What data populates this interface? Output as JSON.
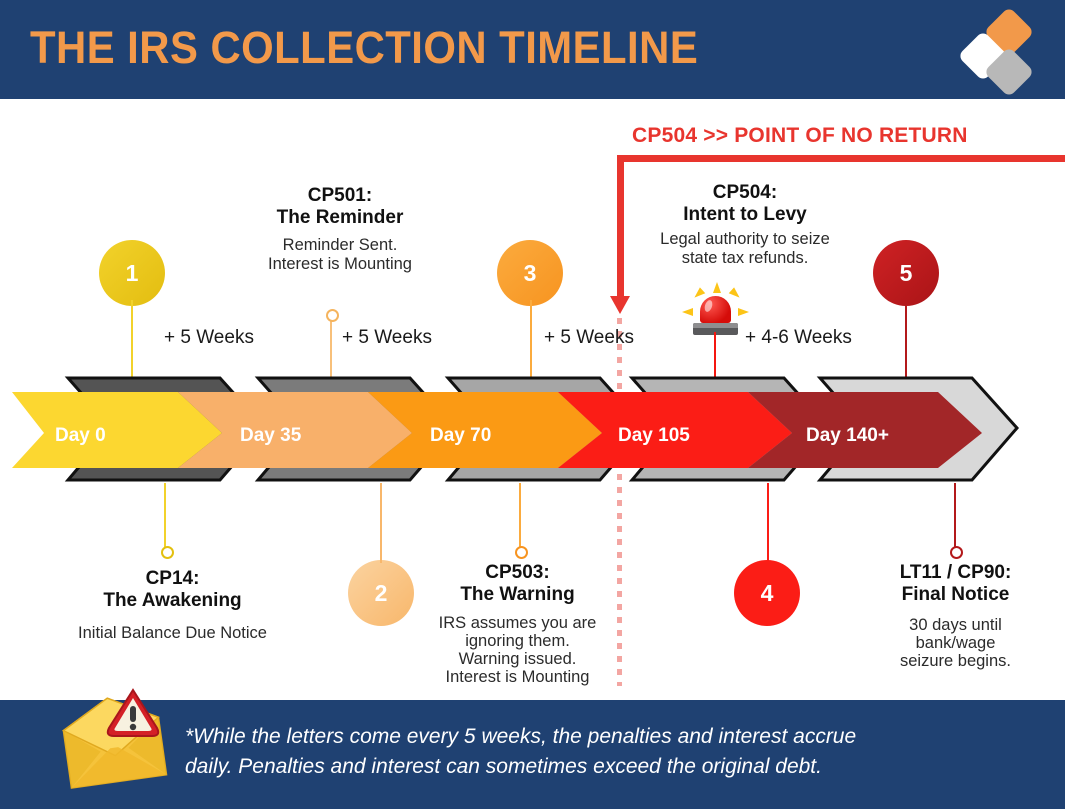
{
  "header": {
    "title": "THE IRS COLLECTION TIMELINE",
    "logo_colors": {
      "orange": "#f2994a",
      "white": "#ffffff",
      "gray": "#b8b8b8"
    },
    "background": "#1f4172"
  },
  "banner": {
    "text": "CP504 >> POINT OF NO RETURN",
    "color": "#e8352e"
  },
  "timeline": {
    "segments": [
      {
        "label": "Day 0",
        "color": "#fcd730",
        "shadow": "#545454"
      },
      {
        "label": "Day 35",
        "color": "#f8b06a",
        "shadow": "#7b7b7b"
      },
      {
        "label": "Day 70",
        "color": "#fb9a14",
        "shadow": "#a6a6a6"
      },
      {
        "label": "Day 105",
        "color": "#fb1d16",
        "shadow": "#b5b5b5"
      },
      {
        "label": "Day 140+",
        "color": "#a22628",
        "shadow": "#d8d8d8"
      }
    ],
    "gaps": [
      {
        "label": "+ 5 Weeks"
      },
      {
        "label": "+ 5 Weeks"
      },
      {
        "label": "+ 5 Weeks"
      },
      {
        "label": "+ 4-6 Weeks"
      }
    ]
  },
  "milestones": [
    {
      "number": "1",
      "code": "CP14:",
      "name": "The Awakening",
      "desc": "Initial Balance Due Notice",
      "color": "#e3bd10",
      "position": "below"
    },
    {
      "number": "2",
      "code": "CP501:",
      "name": "The Reminder",
      "desc": "Reminder Sent.\nInterest is Mounting",
      "color": "#f8b76b",
      "position": "above"
    },
    {
      "number": "3",
      "code": "CP503:",
      "name": "The Warning",
      "desc": "IRS assumes you are\nignoring them.\nWarning issued.\nInterest is Mounting",
      "color": "#f79420",
      "position": "below"
    },
    {
      "number": "4",
      "code": "CP504:",
      "name": "Intent to Levy",
      "desc": "Legal authority to seize\nstate tax refunds.",
      "color": "#fb1d16",
      "position": "above"
    },
    {
      "number": "5",
      "code": "LT11 / CP90:",
      "name": "Final Notice",
      "desc": "30 days until\nbank/wage\nseizure begins.",
      "color": "#aa1417",
      "position": "below"
    }
  ],
  "labels": {
    "cp501_title": "CP501:",
    "cp501_sub": "The Reminder",
    "cp501_desc1": "Reminder Sent.",
    "cp501_desc2": "Interest is Mounting",
    "cp504_title": "CP504:",
    "cp504_sub": "Intent to Levy",
    "cp504_desc1": "Legal authority to seize",
    "cp504_desc2": "state tax refunds.",
    "cp14_title": "CP14:",
    "cp14_sub": "The Awakening",
    "cp14_desc": "Initial Balance Due Notice",
    "cp503_title": "CP503:",
    "cp503_sub": "The Warning",
    "cp503_desc1": "IRS assumes you are",
    "cp503_desc2": "ignoring them.",
    "cp503_desc3": "Warning issued.",
    "cp503_desc4": "Interest is Mounting",
    "lt11_title": "LT11 / CP90:",
    "lt11_sub": "Final Notice",
    "lt11_desc1": "30 days until",
    "lt11_desc2": "bank/wage",
    "lt11_desc3": "seizure begins."
  },
  "weeks": {
    "w1": "+ 5 Weeks",
    "w2": "+ 5 Weeks",
    "w3": "+ 5 Weeks",
    "w4": "+ 4-6 Weeks"
  },
  "numbers": {
    "n1": "1",
    "n2": "2",
    "n3": "3",
    "n4": "4",
    "n5": "5"
  },
  "days": {
    "d1": "Day 0",
    "d2": "Day 35",
    "d3": "Day 70",
    "d4": "Day 105",
    "d5": "Day 140+"
  },
  "footer": {
    "note_line1": "*While the letters come every 5 weeks, the penalties and interest accrue",
    "note_line2": "daily. Penalties and interest can sometimes exceed the original debt.",
    "background": "#1f4172"
  }
}
